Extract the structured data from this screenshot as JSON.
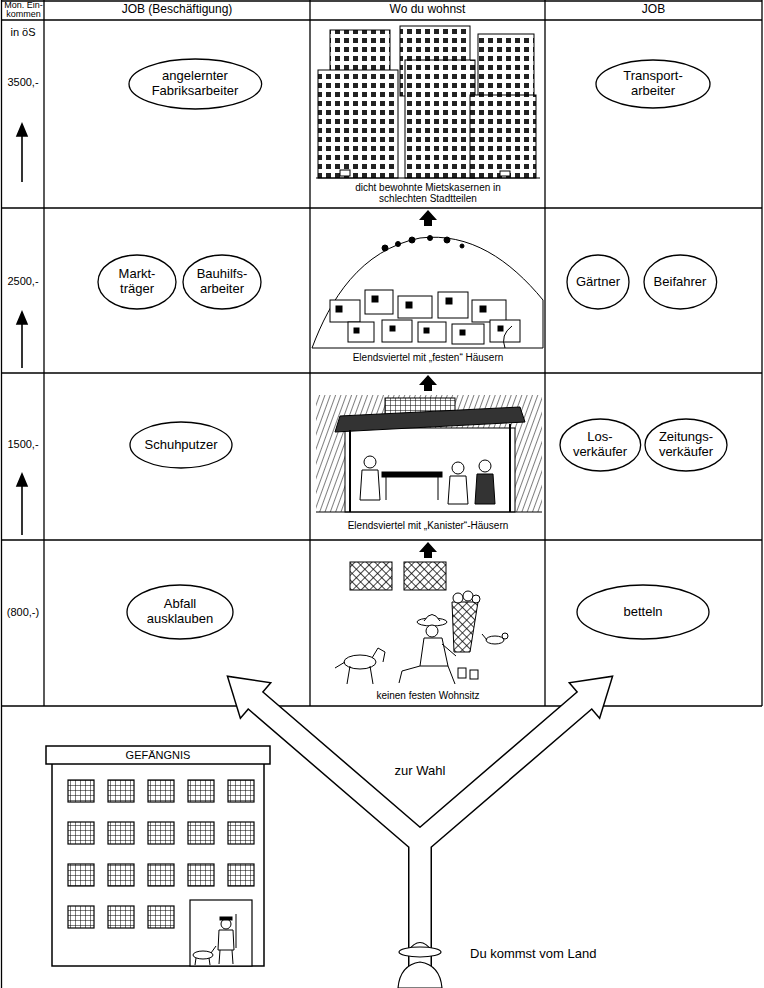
{
  "diagram": {
    "nodes": [
      {
        "text": [
          "angelernter Fabriksarbeiter"
        ]
      },
      {
        "text": [
          "Transport- arbeiter"
        ]
      },
      {
        "text": [
          "Markt- träger"
        ]
      },
      {
        "text": [
          "Bauhilfs- arbeiter"
        ]
      },
      {
        "text": [
          "Gärtner"
        ]
      },
      {
        "text": [
          "Beifahrer"
        ]
      },
      {
        "text": [
          "Schuhputzer"
        ]
      },
      {
        "text": [
          "Los- verkäufer"
        ]
      },
      {
        "text": [
          "Zeitungs- verkäufer"
        ]
      },
      {
        "text": [
          "Abfall ausklauben"
        ]
      },
      {
        "text": [
          "betteln"
        ]
      }
    ],
    "labels": [
      "Mon. Ein- kommen",
      "JOB (Beschäftigung)",
      "Wo du wohnst",
      "JOB",
      "in öS",
      "3500,-",
      "dicht bewohnte Mietskasernen in schlechten Stadtteilen",
      "2500,-",
      "Elendsviertel mit „festen“ Häusern",
      "1500,-",
      "Elendsviertel mit „Kanister“-Häusern",
      "(800,-)",
      "keinen festen Wohnsitz",
      "GEFÄNGNIS",
      "zur Wahl",
      "Du kommst vom Land"
    ]
  }
}
